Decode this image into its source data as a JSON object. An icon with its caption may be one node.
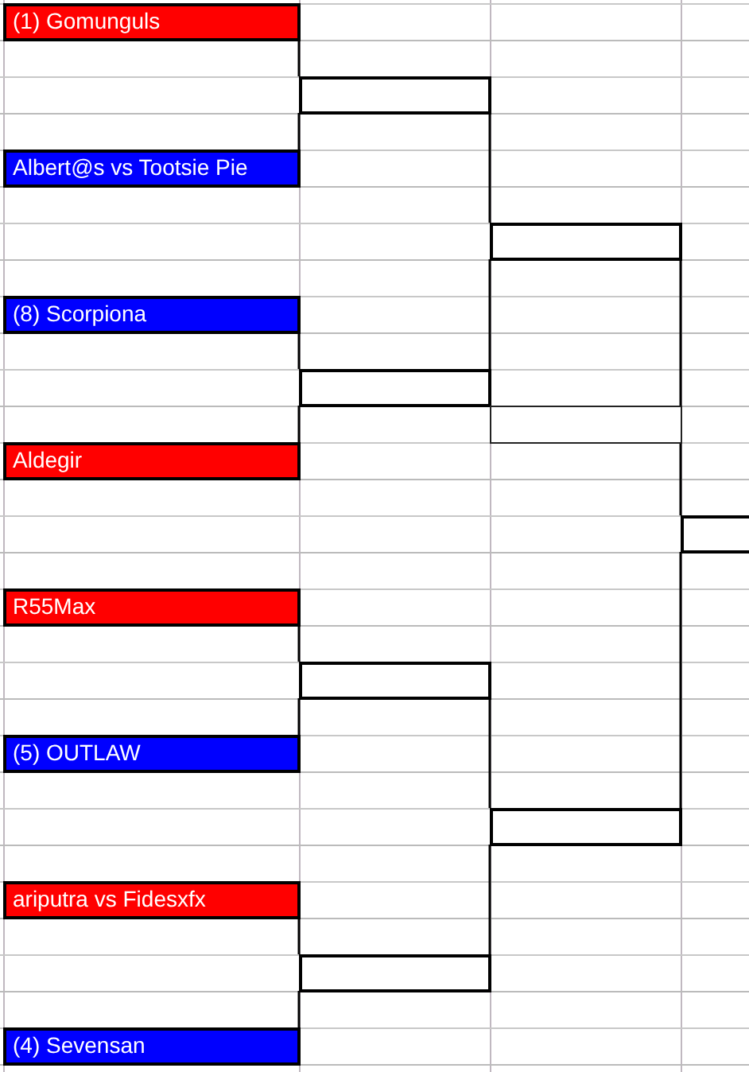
{
  "diagram": {
    "nodes": [
      {
        "text": [
          "(1) Gomunguls"
        ]
      },
      {
        "text": [
          "Albert@s vs Tootsie Pie"
        ]
      },
      {
        "text": [
          "(8) Scorpiona"
        ]
      },
      {
        "text": [
          "Aldegir"
        ]
      },
      {
        "text": [
          "R55Max"
        ]
      },
      {
        "text": [
          "(5) OUTLAW"
        ]
      },
      {
        "text": [
          "ariputra vs Fidesxfx"
        ]
      },
      {
        "text": [
          "(4) Sevensan"
        ]
      },
      {
        "text": [],
        "shape": "box"
      },
      {
        "text": [],
        "shape": "box"
      },
      {
        "text": [],
        "shape": "box"
      },
      {
        "text": [],
        "shape": "box"
      },
      {
        "text": [],
        "shape": "box"
      },
      {
        "text": [],
        "shape": "box"
      },
      {
        "text": [],
        "shape": "box"
      },
      {
        "text": [],
        "shape": "box"
      }
    ],
    "edges": [
      {
        "from": 0,
        "to": 8,
        "arrow": "none"
      },
      {
        "from": 1,
        "to": 8,
        "arrow": "none"
      },
      {
        "from": 2,
        "to": 9,
        "arrow": "none"
      },
      {
        "from": 3,
        "to": 9,
        "arrow": "none"
      },
      {
        "from": 4,
        "to": 10,
        "arrow": "none"
      },
      {
        "from": 5,
        "to": 10,
        "arrow": "none"
      },
      {
        "from": 6,
        "to": 11,
        "arrow": "none"
      },
      {
        "from": 7,
        "to": 11,
        "arrow": "none"
      },
      {
        "from": 8,
        "to": 12,
        "arrow": "none"
      },
      {
        "from": 9,
        "to": 12,
        "arrow": "none"
      },
      {
        "from": 10,
        "to": 13,
        "arrow": "none"
      },
      {
        "from": 11,
        "to": 13,
        "arrow": "none"
      },
      {
        "from": 12,
        "to": 15,
        "arrow": "none"
      },
      {
        "from": 13,
        "to": 15,
        "arrow": "none"
      }
    ]
  }
}
